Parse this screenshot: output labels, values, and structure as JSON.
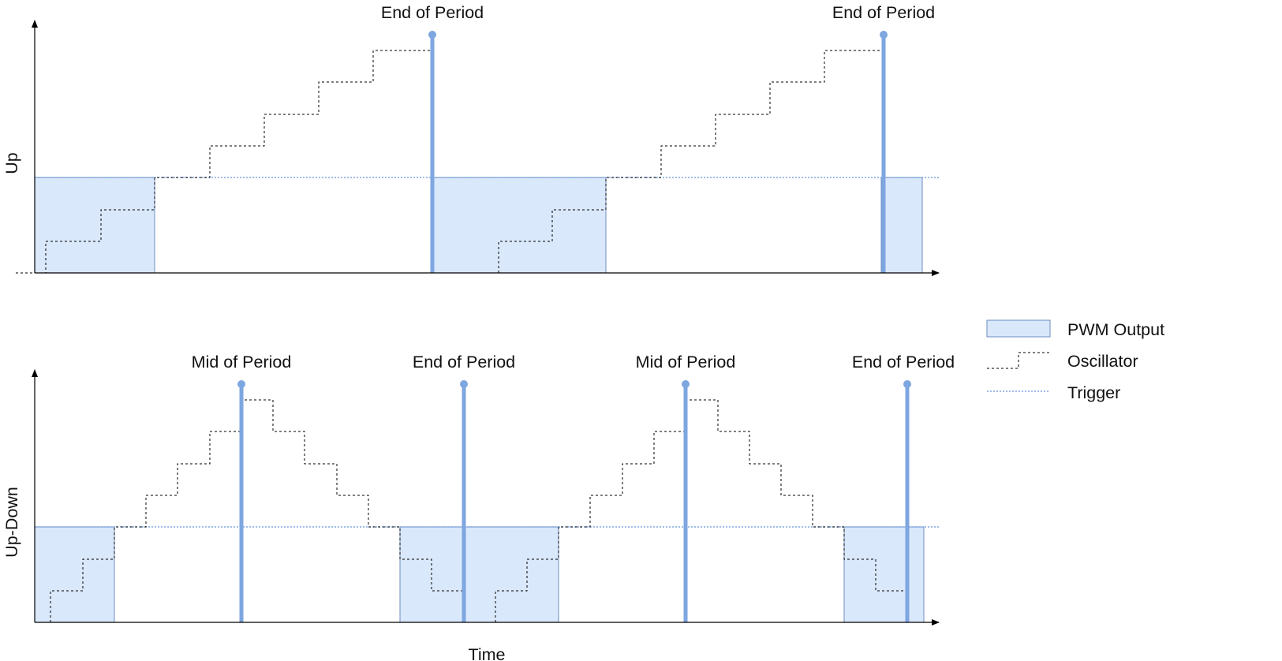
{
  "colors": {
    "pwm_fill": "#dae8fc",
    "pwm_stroke": "#6c8ebf",
    "marker": "#7ea6e0",
    "trigger": "#7ea6e0",
    "oscillator": "#000000",
    "axis": "#000000"
  },
  "panels": {
    "up": {
      "ylabel": "Up",
      "markers": [
        "End of Period",
        "End of Period"
      ]
    },
    "updown": {
      "ylabel": "Up-Down",
      "xlabel": "Time",
      "markers": [
        "Mid of Period",
        "End of Period",
        "Mid of Period",
        "End of Period"
      ]
    }
  },
  "legend": {
    "pwm": "PWM Output",
    "oscillator": "Oscillator",
    "trigger": "Trigger"
  }
}
